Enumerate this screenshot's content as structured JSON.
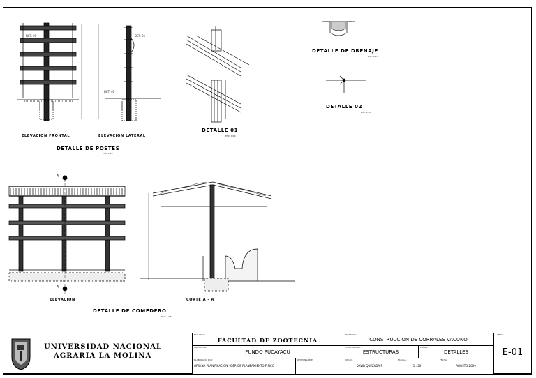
{
  "drawings": {
    "frontal_title": "ELEVACION FRONTAL",
    "lateral_title": "ELEVACION LATERAL",
    "postes_title": "DETALLE DE POSTES",
    "postes_scale": "ESC: 1/25",
    "det01_title": "DETALLE 01",
    "det01_scale": "ESC: 1/10",
    "drenaje_title": "DETALLE DE DRENAJE",
    "drenaje_scale": "ESC: 1/25",
    "det02_title": "DETALLE 02",
    "det02_scale": "ESC: 1/10",
    "elevacion_title": "ELEVACION",
    "corte_title": "CORTE A - A",
    "comedero_title": "DETALLE DE COMEDERO",
    "comedero_scale": "ESC: 1/25",
    "section_a1": "A",
    "section_a2": "A",
    "det_tag_1": "DET. 01",
    "det_tag_2": "DET. 01",
    "det_tag_3": "DET. 01"
  },
  "title_block": {
    "university_line1": "UNIVERSIDAD NACIONAL",
    "university_line2": "AGRARIA LA MOLINA",
    "faculty_caption": "FACULTAD:",
    "faculty": "FACULTAD DE ZOOTECNIA",
    "proyecto_caption": "PROYECTO:",
    "proyecto": "CONSTRUCCION DE CORRALES VACUNO",
    "ubicacion_caption": "UBICACION:",
    "ubicacion": "FUNDO PUCAYACU",
    "especialidad_caption": "ESPECIALIDAD:",
    "especialidad": "ESTRUCTURAS",
    "plano_caption": "PLANO:",
    "plano": "DETALLES",
    "elaborado_caption": "ELABORADO POR:",
    "elaborado": "OFICINA PLANIFICACION  - DEP. DE PLANEAMIENTO FISICO",
    "responsable_caption": "RESPONSABLE:",
    "responsable": "",
    "dibujo_caption": "DIBUJO:",
    "dibujo": "DAVID QUEZADA F.",
    "escala_caption": "ESCALA:",
    "escala": "1 : 50",
    "fecha_caption": "FECHA:",
    "fecha": "AGOSTO 2009",
    "lamina_caption": "LAMINA:",
    "lamina": "E-01"
  }
}
